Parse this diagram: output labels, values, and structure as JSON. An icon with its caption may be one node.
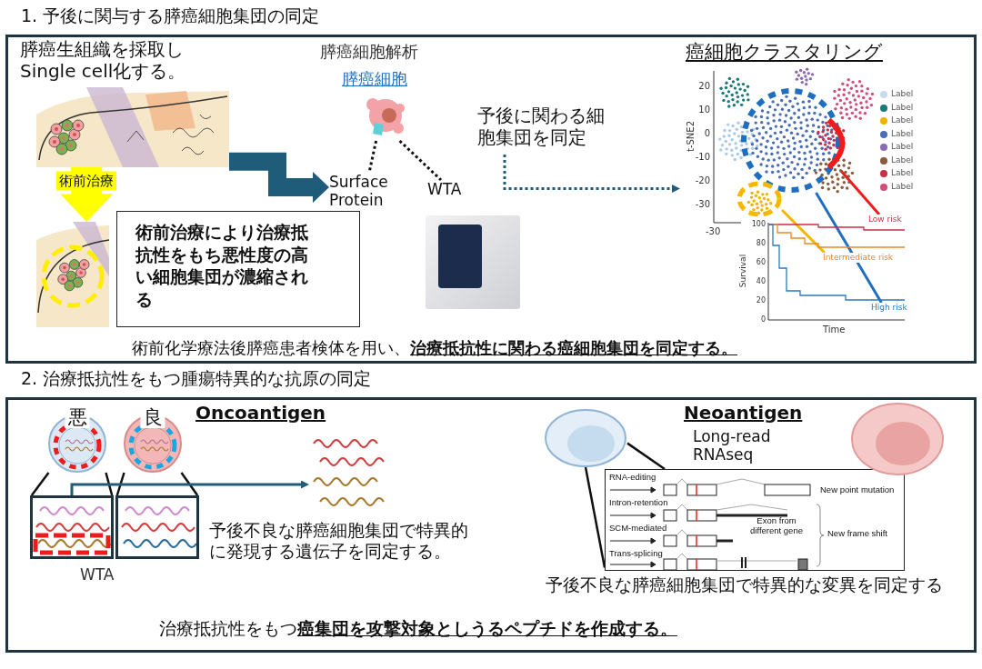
{
  "diagram": {
    "nodes": [
      {
        "text": [
          "1. 予後に関与する膵癌細胞集団の同定"
        ]
      },
      {
        "text": [],
        "shape": "picture",
        "in": 0,
        "beside": [
          "膵癌生組織を採取しSingle cell化する。"
        ]
      },
      {
        "text": [],
        "shape": "picture",
        "in": 0
      },
      {
        "text": [
          "術前治療により治療抵抗性をもち悪性度の高い細胞集団が濃縮される"
        ],
        "in": 0
      },
      {
        "text": [],
        "shape": "picture",
        "in": 0,
        "beside": [
          "膵癌細胞"
        ]
      },
      {
        "text": [
          "Surface Protein"
        ],
        "in": 0
      },
      {
        "text": [
          "WTA"
        ],
        "in": 0
      },
      {
        "text": [
          "予後に関わる細胞集団を同定"
        ],
        "in": 0
      },
      {
        "text": [
          "癌細胞クラスタリング"
        ],
        "in": 0
      },
      {
        "text": [],
        "shape": "circle",
        "in": 8
      },
      {
        "text": [],
        "shape": "arc",
        "in": 8
      },
      {
        "text": [],
        "shape": "circle",
        "in": 8
      },
      {
        "text": [
          "Low risk"
        ],
        "in": 8
      },
      {
        "text": [
          "Intermediate risk"
        ],
        "in": 8
      },
      {
        "text": [
          "High risk"
        ],
        "in": 8
      },
      {
        "text": [
          "2. 治療抵抗性をもつ腫瘍特異的な抗原の同定"
        ]
      },
      {
        "text": [
          "悪"
        ],
        "in": 15
      },
      {
        "text": [
          "良"
        ],
        "in": 15
      },
      {
        "text": [],
        "shape": "box",
        "in": 15
      },
      {
        "text": [],
        "shape": "box",
        "in": 15
      },
      {
        "text": [],
        "shape": "picture",
        "in": 15
      },
      {
        "text": [],
        "shape": "picture",
        "in": 15
      },
      {
        "text": [
          "RNA-editing",
          "New point mutation",
          "Intron-retention",
          "SCM-mediated",
          "Exon from different gene",
          "New frame shift",
          "Trans-splicing"
        ],
        "in": 15
      }
    ],
    "edges": [
      {
        "from": 1,
        "to": 2,
        "arrow": "to",
        "label": "術前治療",
        "style": "thick",
        "color": "#ffff00"
      },
      {
        "from": 1,
        "to": 5,
        "arrow": "to",
        "style": "thick",
        "color": "#1f5c7a"
      },
      {
        "from": 4,
        "to": 5,
        "arrow": "none",
        "style": "dashed"
      },
      {
        "from": 4,
        "to": 6,
        "arrow": "none",
        "style": "dashed"
      },
      {
        "from": 7,
        "to": 8,
        "arrow": "to",
        "style": "dashed",
        "color": "#1f5c7a"
      },
      {
        "from": 9,
        "to": 14,
        "arrow": "none",
        "color": "#1f6fc0"
      },
      {
        "from": 10,
        "to": 12,
        "arrow": "none",
        "color": "#ee1c1c"
      },
      {
        "from": 11,
        "to": 13,
        "arrow": "none",
        "color": "#f5b800"
      },
      {
        "from": 16,
        "to": 18,
        "arrow": "none"
      },
      {
        "from": 16,
        "to": 18,
        "arrow": "none"
      },
      {
        "from": 17,
        "to": 19,
        "arrow": "none"
      },
      {
        "from": 17,
        "to": 19,
        "arrow": "none"
      },
      {
        "from": 18,
        "to": 20,
        "arrow": "to",
        "color": "#1f5c7a"
      },
      {
        "from": 21,
        "to": 22,
        "arrow": "none"
      },
      {
        "from": 21,
        "to": 22,
        "arrow": "none"
      }
    ],
    "labels": [
      "膵癌細胞解析",
      "t-SNE2",
      "20",
      "10",
      "0",
      "-10",
      "-20",
      "-30",
      "-30",
      "Survival",
      "100",
      "80",
      "60",
      "40",
      "20",
      "0",
      "Time",
      "術前化学療法後膵癌患者検体を用い、**治療抵抗性に関わる癌細胞集団を同定する。**",
      "Oncoantigen",
      "WTA",
      "予後不良な膵癌細胞集団で特異的に発現する遺伝子を同定する。",
      "Neoantigen",
      "Long-read RNAseq",
      "予後不良な膵癌細胞集団で特異的な変異を同定する",
      "治療抵抗性をもつ**癌集団を攻撃対象としうるペプチドを作成する。**"
    ],
    "legend": [
      {
        "text": "Label",
        "color": "#c6dbef"
      },
      {
        "text": "Label",
        "color": "#1a7a7a"
      },
      {
        "text": "Label",
        "color": "#f0b400"
      },
      {
        "text": "Label",
        "color": "#4a6eb5"
      },
      {
        "text": "Label",
        "color": "#8a6ab0"
      },
      {
        "text": "Label",
        "color": "#8b5a3c"
      },
      {
        "text": "Label",
        "color": "#c8304a"
      },
      {
        "text": "Label",
        "color": "#d0507a"
      }
    ]
  }
}
